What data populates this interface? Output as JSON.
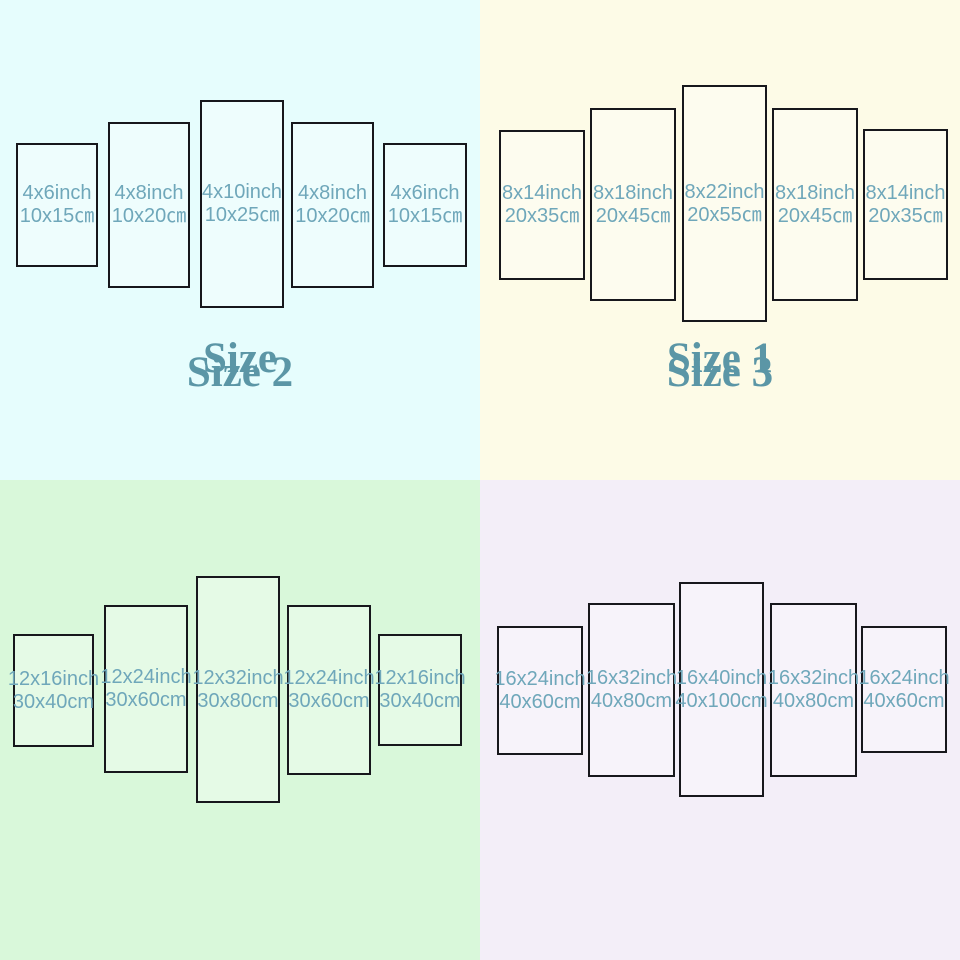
{
  "colors": {
    "quadrant_size_bg": "#e6fdfd",
    "quadrant_size1_bg": "#fdfbe7",
    "quadrant_size2_bg": "#d9f8da",
    "quadrant_size3_bg": "#f3eef8",
    "panel_border": "#17171c",
    "label_text": "#6fa7ba",
    "title_text": "#5b96a6"
  },
  "quadrants": [
    {
      "title": "Size",
      "background": "#e6fdfd",
      "panels": [
        {
          "inch": "4x6inch",
          "cm": "10x15㎝"
        },
        {
          "inch": "4x8inch",
          "cm": "10x20㎝"
        },
        {
          "inch": "4x10inch",
          "cm": "10x25㎝"
        },
        {
          "inch": "4x8inch",
          "cm": "10x20㎝"
        },
        {
          "inch": "4x6inch",
          "cm": "10x15㎝"
        }
      ]
    },
    {
      "title": "Size 1",
      "background": "#fdfbe7",
      "panels": [
        {
          "inch": "8x14inch",
          "cm": "20x35㎝"
        },
        {
          "inch": "8x18inch",
          "cm": "20x45㎝"
        },
        {
          "inch": "8x22inch",
          "cm": "20x55㎝"
        },
        {
          "inch": "8x18inch",
          "cm": "20x45㎝"
        },
        {
          "inch": "8x14inch",
          "cm": "20x35㎝"
        }
      ]
    },
    {
      "title": "Size 2",
      "background": "#d9f8da",
      "panels": [
        {
          "inch": "12x16inch",
          "cm": "30x40cm"
        },
        {
          "inch": "12x24inch",
          "cm": "30x60cm"
        },
        {
          "inch": "12x32inch",
          "cm": "30x80cm"
        },
        {
          "inch": "12x24inch",
          "cm": "30x60cm"
        },
        {
          "inch": "12x16inch",
          "cm": "30x40cm"
        }
      ]
    },
    {
      "title": "Size 3",
      "background": "#f3eef8",
      "panels": [
        {
          "inch": "16x24inch",
          "cm": "40x60cm"
        },
        {
          "inch": "16x32inch",
          "cm": "40x80cm"
        },
        {
          "inch": "16x40inch",
          "cm": "40x100cm"
        },
        {
          "inch": "16x32inch",
          "cm": "40x80cm"
        },
        {
          "inch": "16x24inch",
          "cm": "40x60cm"
        }
      ]
    }
  ]
}
